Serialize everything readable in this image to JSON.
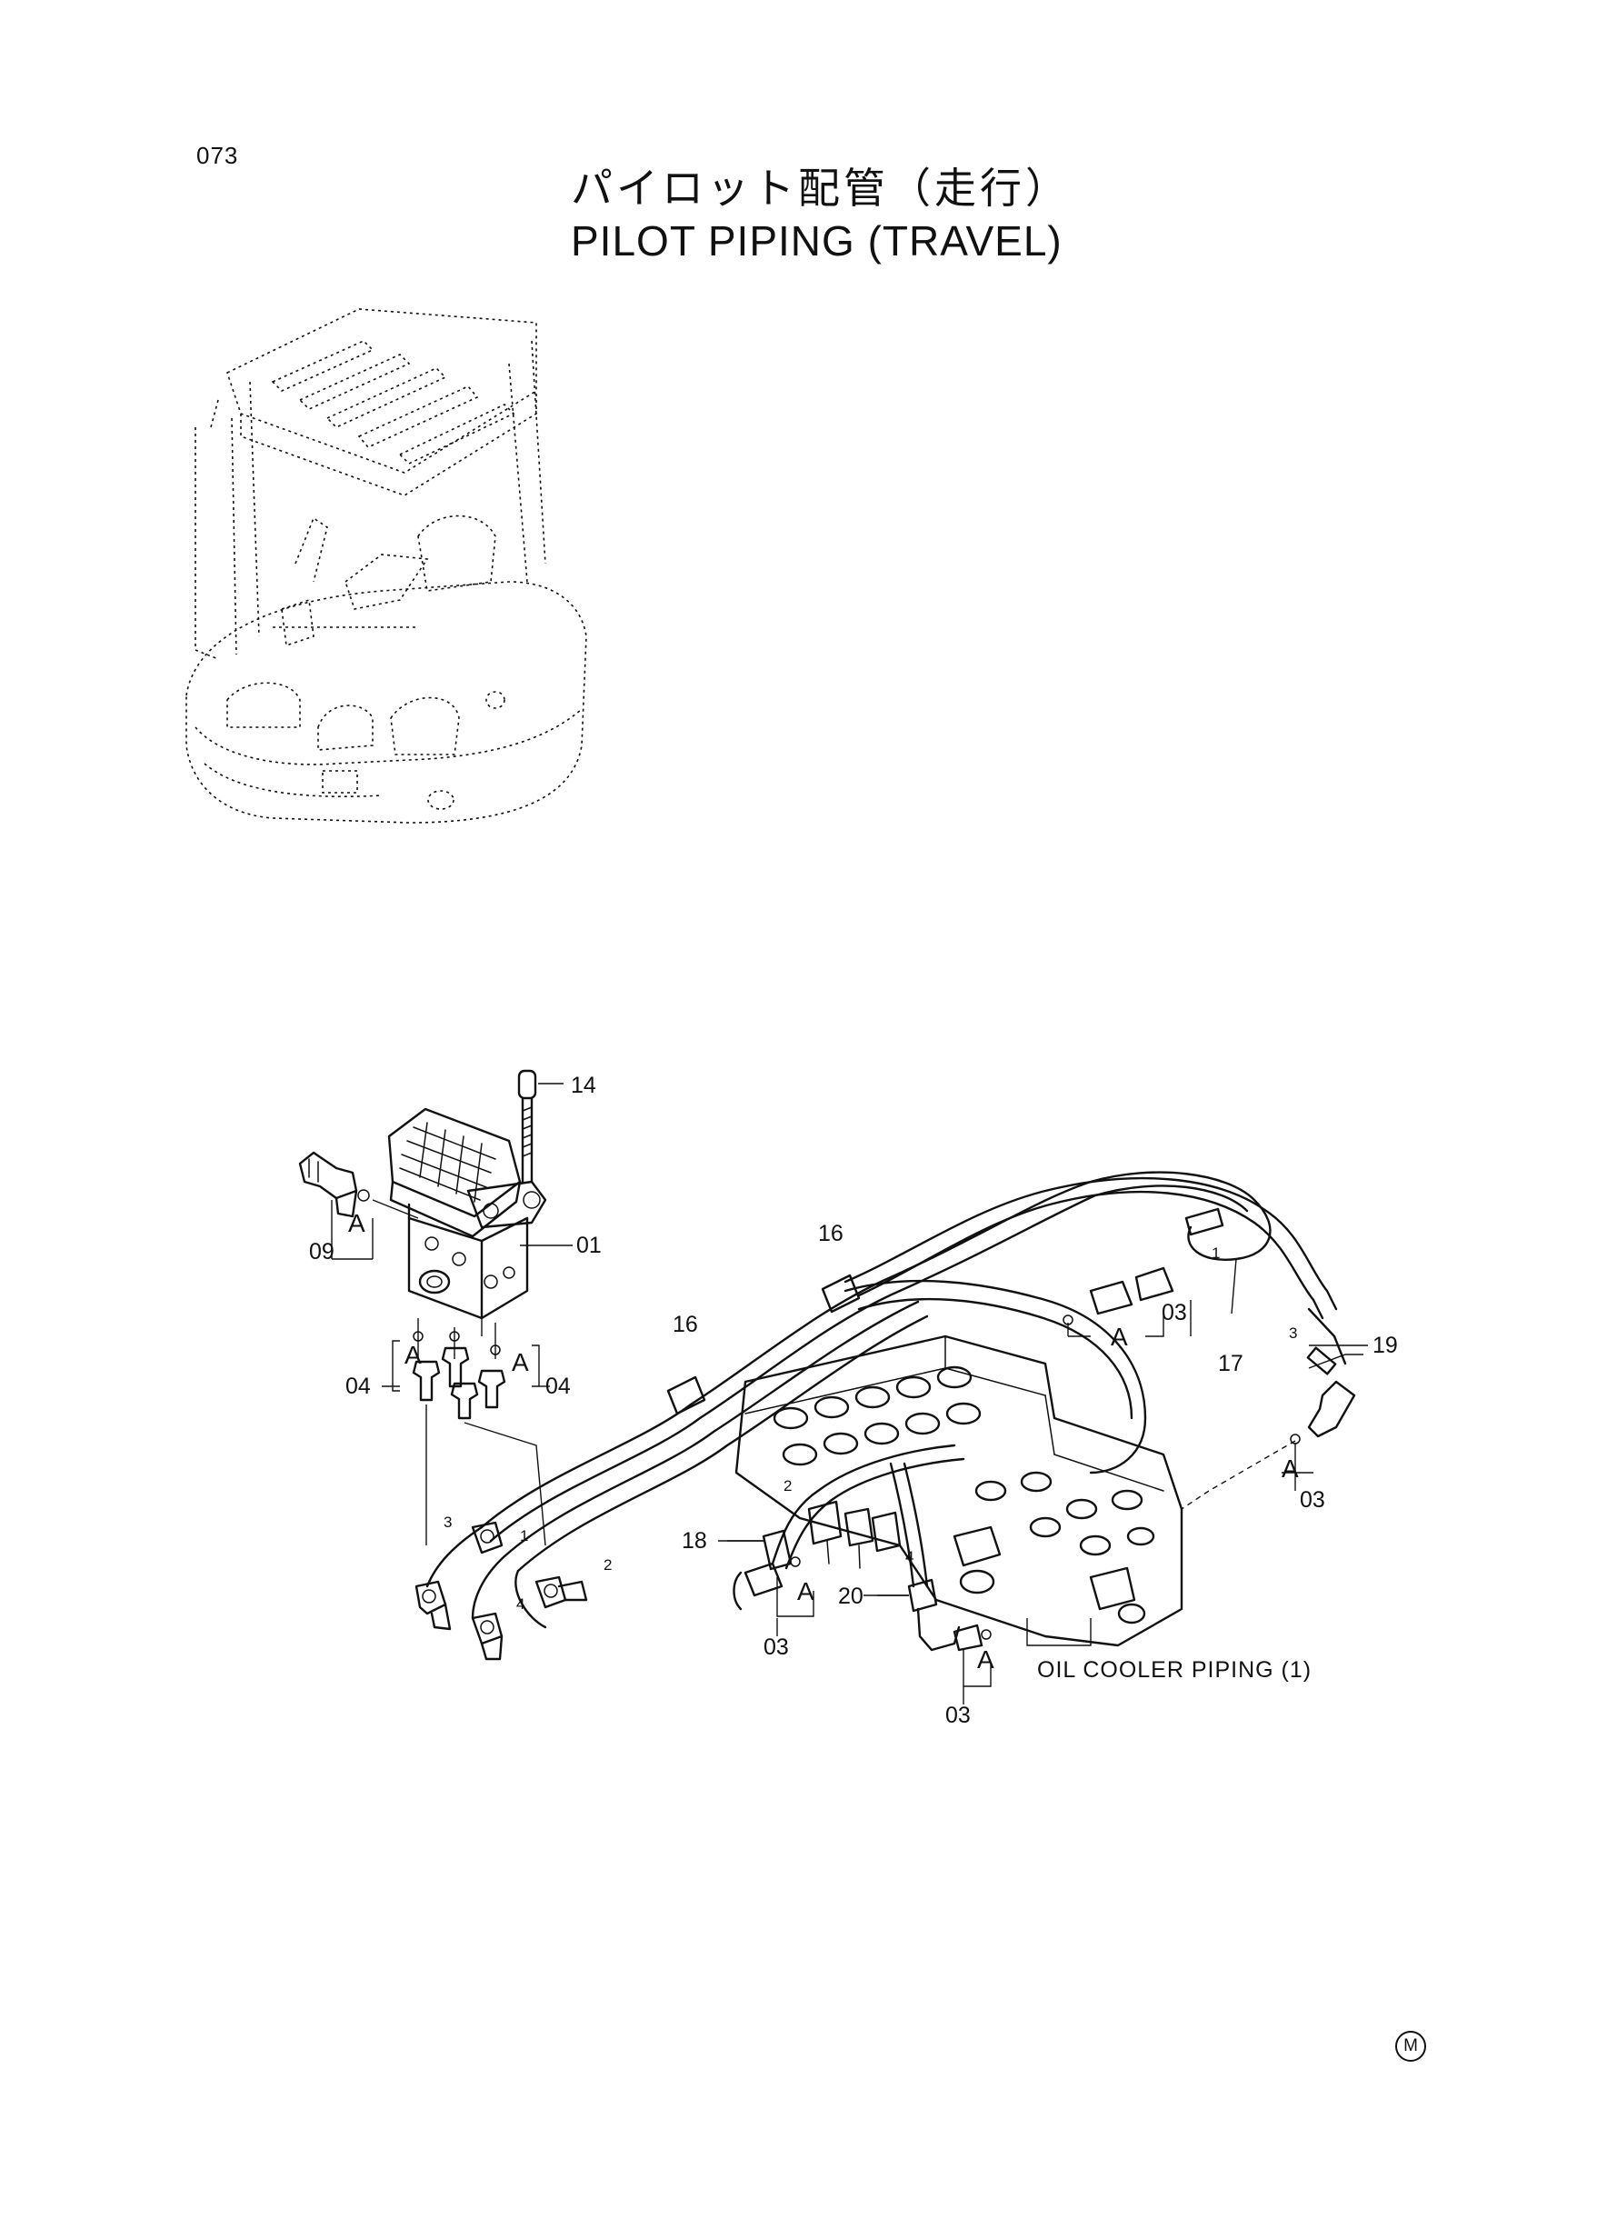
{
  "page_number": "073",
  "title_jp": "パイロット配管（走行）",
  "title_en": "PILOT PIPING (TRAVEL)",
  "callouts": {
    "c14": "14",
    "c01": "01",
    "c09": "09",
    "c04_left": "04",
    "c04_right": "04",
    "c16_a": "16",
    "c16_b": "16",
    "c03_top": "03",
    "c17": "17",
    "c19": "19",
    "c03_right": "03",
    "c18": "18",
    "c20": "20",
    "c03_mid": "03",
    "c03_bottom": "03"
  },
  "detail_marks": {
    "a1": "A",
    "a2": "A",
    "a3": "A",
    "a4": "A",
    "a5": "A",
    "a6": "A",
    "a7": "A",
    "a8": "A"
  },
  "hose_numbers": {
    "h1a": "1",
    "h2a": "2",
    "h3a": "3",
    "h4a": "4",
    "h1b": "1",
    "h2b": "2",
    "h3b": "3",
    "h4b": "4"
  },
  "note_text": "OIL COOLER PIPING (1)",
  "manufacturer_mark": "M"
}
